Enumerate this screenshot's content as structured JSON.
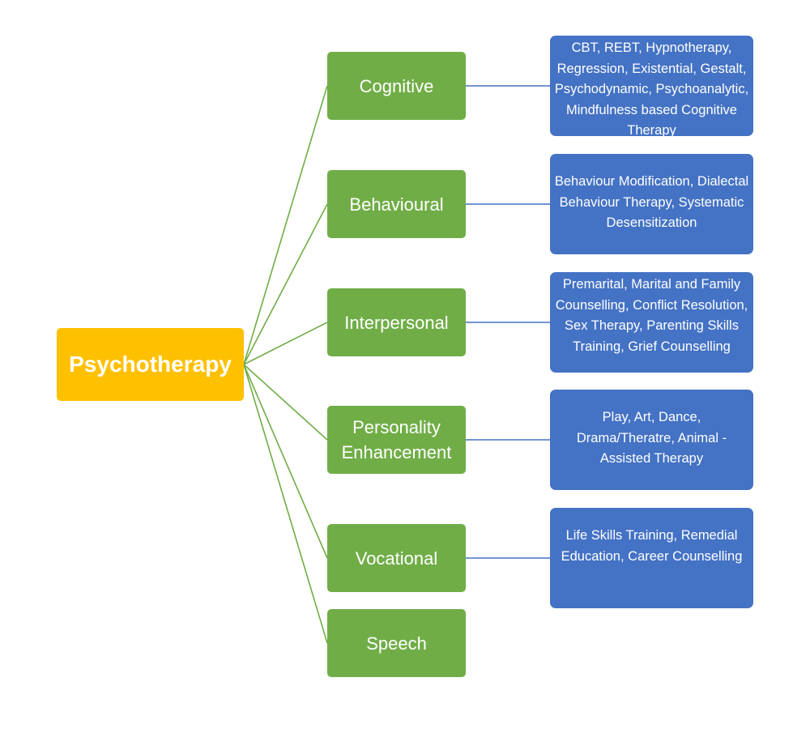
{
  "root": {
    "label": "Psychotherapy",
    "color": "#FFC000"
  },
  "colors": {
    "category": "#70AD47",
    "detail": "#4472C4",
    "root_link": "#70AD47",
    "detail_link": "#4472C4"
  },
  "categories": [
    {
      "label": "Cognitive",
      "details": "CBT, REBT, Hypnotherapy, Regression, Existential, Gestalt, Psychodynamic, Psychoanalytic, Mindfulness based Cognitive Therapy"
    },
    {
      "label": "Behavioural",
      "details": "Behaviour Modification, Dialectal Behaviour Therapy, Systematic Desensitization"
    },
    {
      "label": "Interpersonal",
      "details": "Premarital, Marital and Family Counselling, Conflict Resolution, Sex Therapy, Parenting Skills Training, Grief Counselling"
    },
    {
      "label": "Personality Enhancement",
      "details": "Play, Art, Dance, Drama/Theratre, Animal - Assisted Therapy"
    },
    {
      "label": "Vocational",
      "details": "Life Skills Training, Remedial Education, Career Counselling"
    },
    {
      "label": "Speech"
    }
  ]
}
